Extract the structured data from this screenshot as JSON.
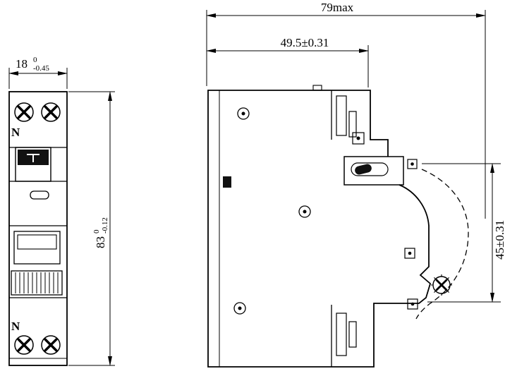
{
  "labels": {
    "n_top": "N",
    "n_bottom": "N"
  },
  "dimensions": {
    "width": {
      "value": "18",
      "tol_upper": "0",
      "tol_lower": "-0.45"
    },
    "height": {
      "value": "83",
      "tol_upper": "0",
      "tol_lower": "-0.12"
    },
    "depth_max": "79max",
    "depth_body": "49.5±0.31",
    "side_height": "45±0.31"
  }
}
